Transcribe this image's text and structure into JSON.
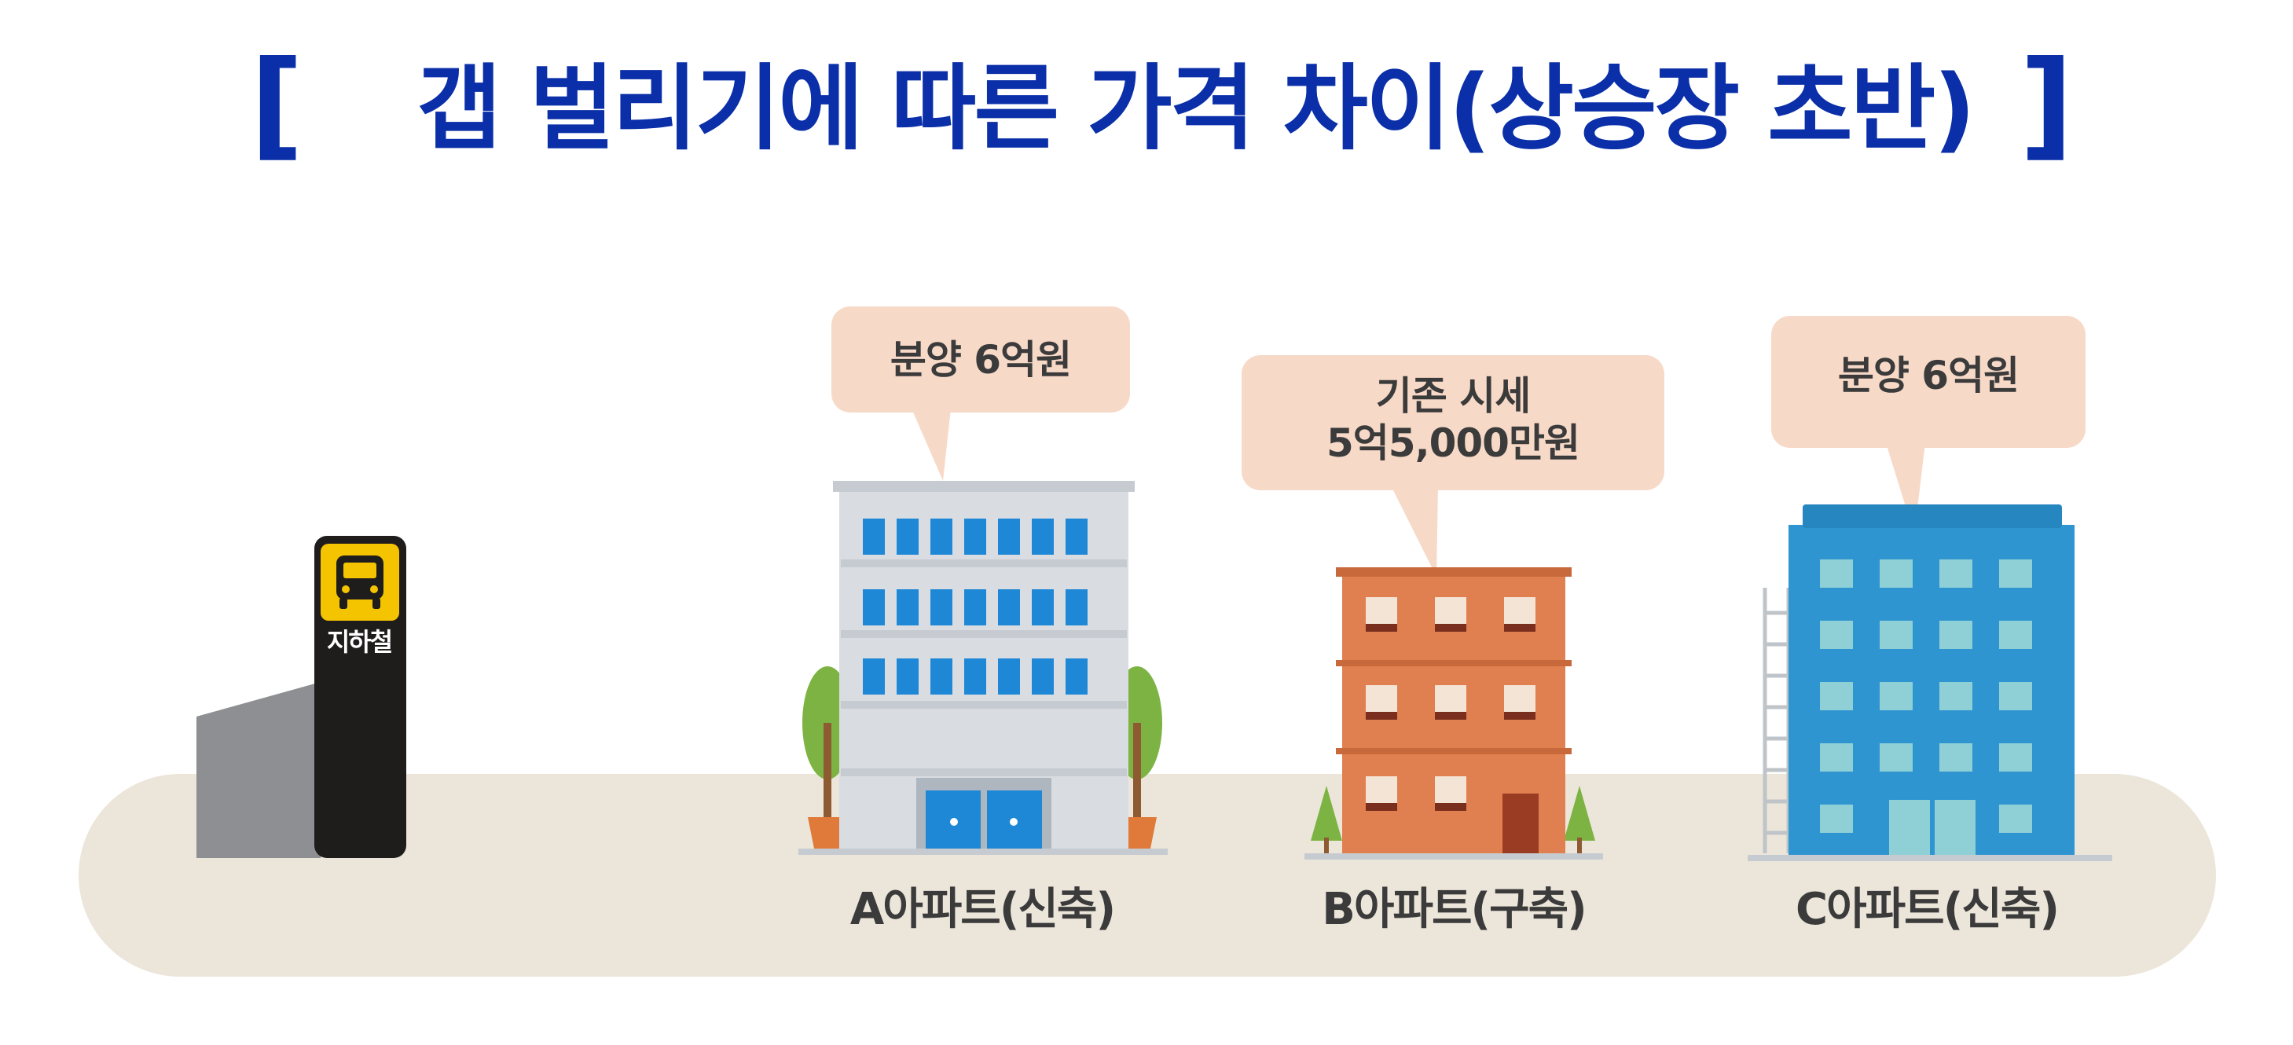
{
  "header": {
    "bracket_left": "[",
    "title": "갭 벌리기에 따른 가격 차이(상승장 초반)",
    "bracket_right": "]"
  },
  "station": {
    "sign_text": "지하철",
    "icon": "bus-icon"
  },
  "buildings": [
    {
      "id": "a",
      "bubble_lines": [
        "분양 6억원"
      ],
      "label": "A아파트(신축)"
    },
    {
      "id": "b",
      "bubble_lines": [
        "기존 시세",
        "5억5,000만원"
      ],
      "label": "B아파트(구축)"
    },
    {
      "id": "c",
      "bubble_lines": [
        "분양 6억원"
      ],
      "label": "C아파트(신축)"
    }
  ],
  "colors": {
    "title": "#0a2fa8",
    "bubble": "#f7d9c8",
    "ground": "#ece6da",
    "text": "#3b3b3b"
  }
}
